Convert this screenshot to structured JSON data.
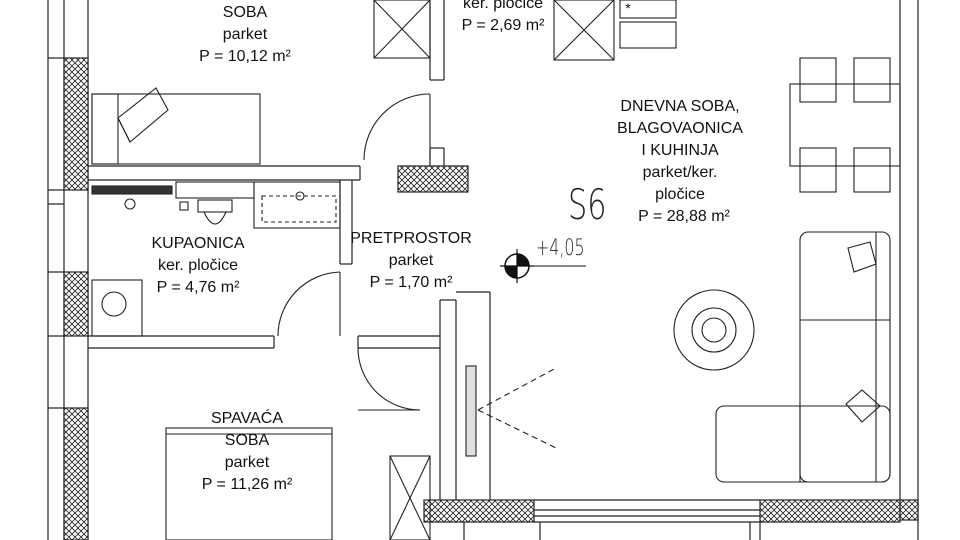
{
  "rooms": {
    "soba": {
      "name": "SOBA",
      "floor": "parket",
      "area": "P = 10,12 m²"
    },
    "storage": {
      "floor_top": "ker. pločice",
      "area": "P = 2,69 m²"
    },
    "living": {
      "line1": "DNEVNA SOBA,",
      "line2": "BLAGOVAONICA",
      "line3": "I KUHINJA",
      "floor1": "parket/ker.",
      "floor2": "pločice",
      "area": "P = 28,88 m²"
    },
    "bath": {
      "name": "KUPAONICA",
      "floor": "ker. pločice",
      "area": "P = 4,76 m²"
    },
    "hall": {
      "name": "PRETPROSTOR",
      "floor": "parket",
      "area": "P = 1,70 m²"
    },
    "bedroom": {
      "name1": "SPAVAĆA",
      "name2": "SOBA",
      "floor": "parket",
      "area": "P = 11,26 m²"
    }
  },
  "unit": {
    "code": "S6",
    "level": "+4,05"
  },
  "marks": {
    "asterisk": "*"
  }
}
